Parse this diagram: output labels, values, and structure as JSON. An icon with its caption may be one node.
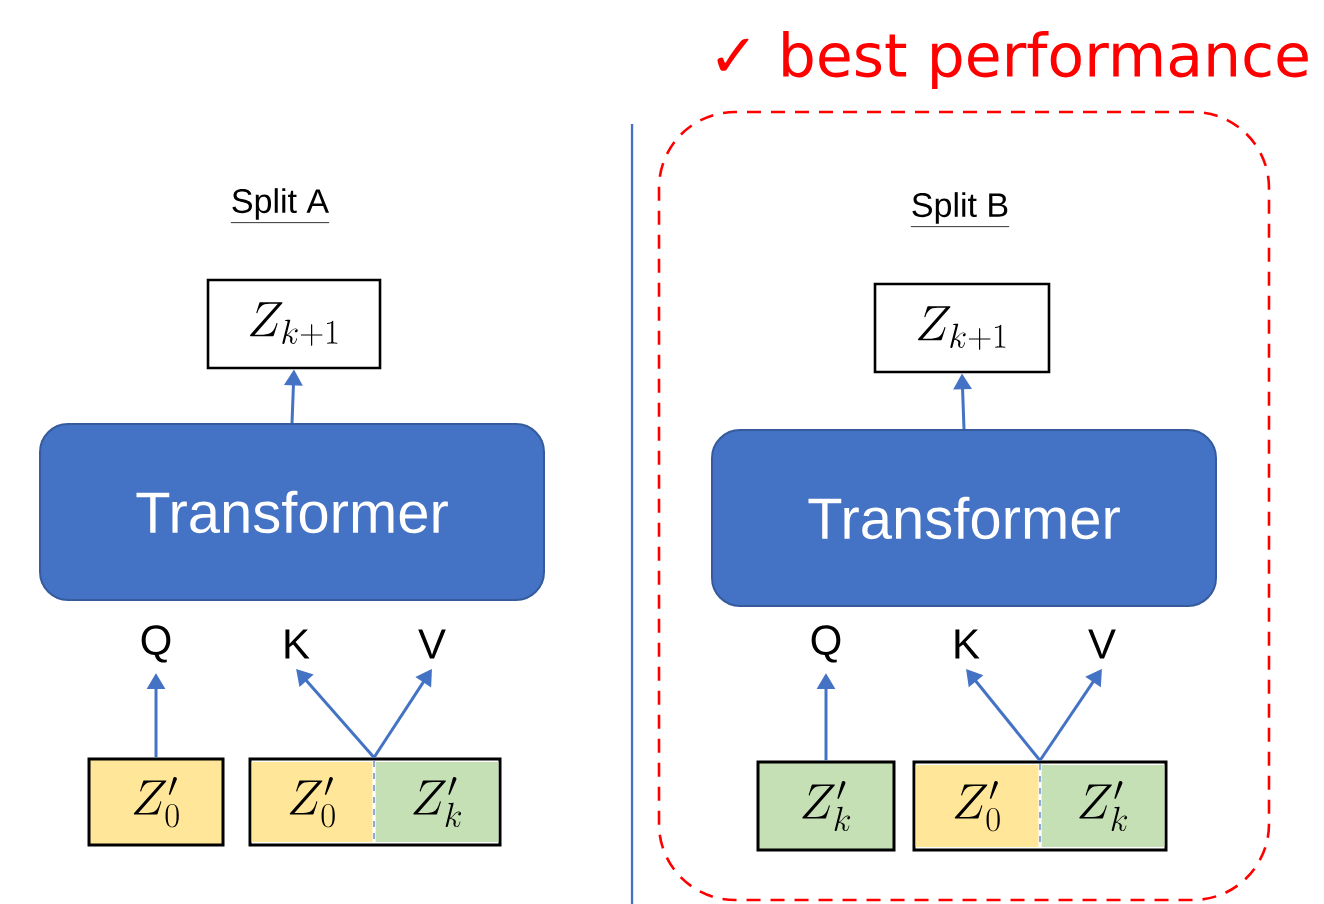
{
  "diagram": {
    "nodes": [
      {
        "text": [
          "Z_{k+1}"
        ]
      },
      {
        "text": [
          "Transformer"
        ]
      },
      {
        "text": [
          "Q"
        ]
      },
      {
        "text": [
          "K"
        ]
      },
      {
        "text": [
          "V"
        ]
      },
      {
        "text": [
          "Z'_0"
        ]
      },
      {
        "text": [],
        "shape": "box"
      },
      {
        "text": [
          "Z'_0"
        ],
        "in": 6
      },
      {
        "text": [
          "Z'_k"
        ],
        "in": 6
      },
      {
        "text": [
          "✓ best performance",
          "Split B"
        ]
      },
      {
        "text": [
          "Z_{k+1}"
        ],
        "in": 9
      },
      {
        "text": [
          "Transformer"
        ],
        "in": 9
      },
      {
        "text": [
          "Q"
        ],
        "in": 9
      },
      {
        "text": [
          "K"
        ],
        "in": 9
      },
      {
        "text": [
          "V"
        ],
        "in": 9
      },
      {
        "text": [
          "Z'_k"
        ],
        "in": 9
      },
      {
        "text": [],
        "shape": "box",
        "in": 9
      },
      {
        "text": [
          "Z'_0"
        ],
        "in": 16
      },
      {
        "text": [
          "Z'_k"
        ],
        "in": 16
      }
    ],
    "edges": [
      {
        "from": 1,
        "to": 0,
        "arrow": "to"
      },
      {
        "from": 5,
        "to": 2,
        "arrow": "to"
      },
      {
        "from": 6,
        "to": 3,
        "arrow": "to"
      },
      {
        "from": 6,
        "to": 4,
        "arrow": "to"
      },
      {
        "from": 11,
        "to": 10,
        "arrow": "to"
      },
      {
        "from": 15,
        "to": 12,
        "arrow": "to"
      },
      {
        "from": 16,
        "to": 13,
        "arrow": "to"
      },
      {
        "from": 16,
        "to": 14,
        "arrow": "to"
      }
    ],
    "labels": [
      "Split A"
    ]
  }
}
